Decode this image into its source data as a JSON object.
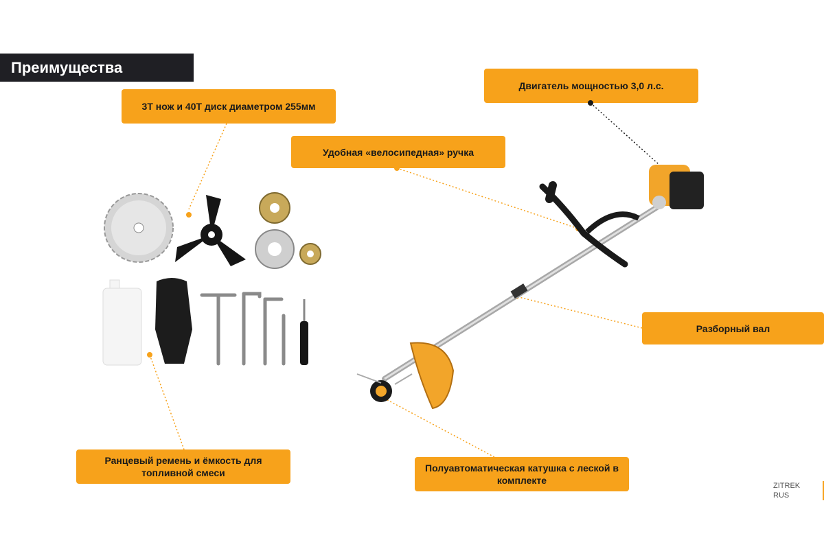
{
  "title": "Преимущества",
  "callouts": {
    "blade": "3Т нож и 40Т диск диаметром 255мм",
    "engine": "Двигатель мощностью 3,0 л.с.",
    "handle": "Удобная «велосипедная» ручка",
    "shaft": "Разборный вал",
    "harness": "Ранцевый ремень и ёмкость для топливной смеси",
    "spool": "Полуавтоматическая катушка с леской в комплекте"
  },
  "brand": "ZITREK RUS",
  "colors": {
    "accent": "#f7a21b",
    "title_bg": "#1f1f24",
    "text": "#1a1a1a"
  }
}
